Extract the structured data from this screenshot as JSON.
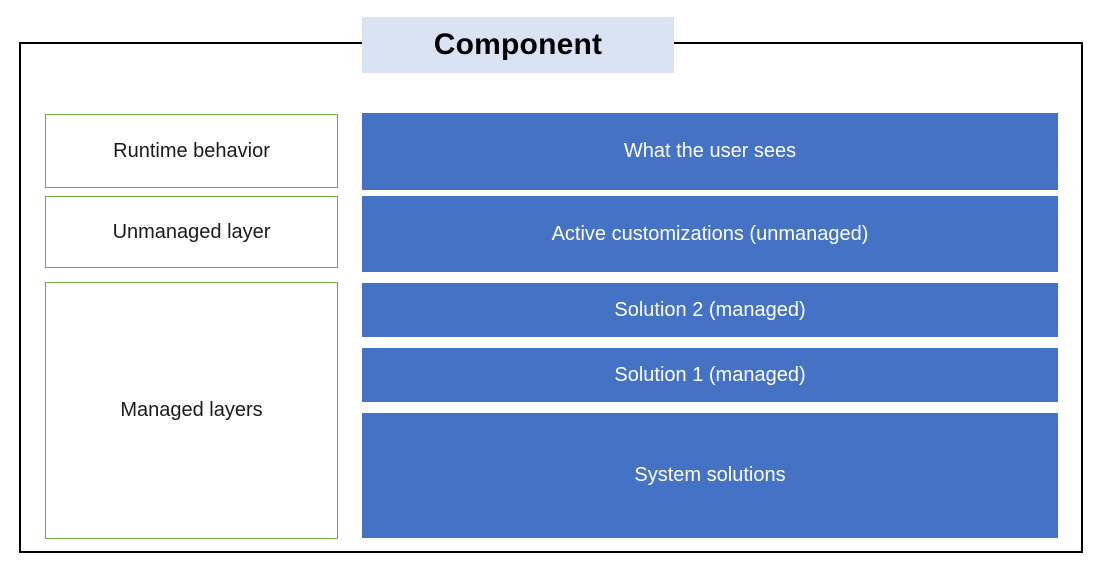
{
  "diagram": {
    "title": "Component",
    "colors": {
      "bar_fill": "#4472C4",
      "bar_text": "#ffffff",
      "label_border": "#70AD47",
      "label_fill": "#ffffff",
      "title_fill": "#DAE3F3",
      "frame_border": "#000000",
      "page_background": "#ffffff"
    },
    "left_column": {
      "items": [
        {
          "label": "Runtime behavior"
        },
        {
          "label": "Unmanaged layer"
        },
        {
          "label": "Managed layers"
        }
      ]
    },
    "right_column": {
      "bars": [
        {
          "label": "What the user sees"
        },
        {
          "label": "Active customizations (unmanaged)"
        },
        {
          "label": "Solution 2 (managed)"
        },
        {
          "label": "Solution 1 (managed)"
        },
        {
          "label": "System solutions"
        }
      ]
    }
  }
}
